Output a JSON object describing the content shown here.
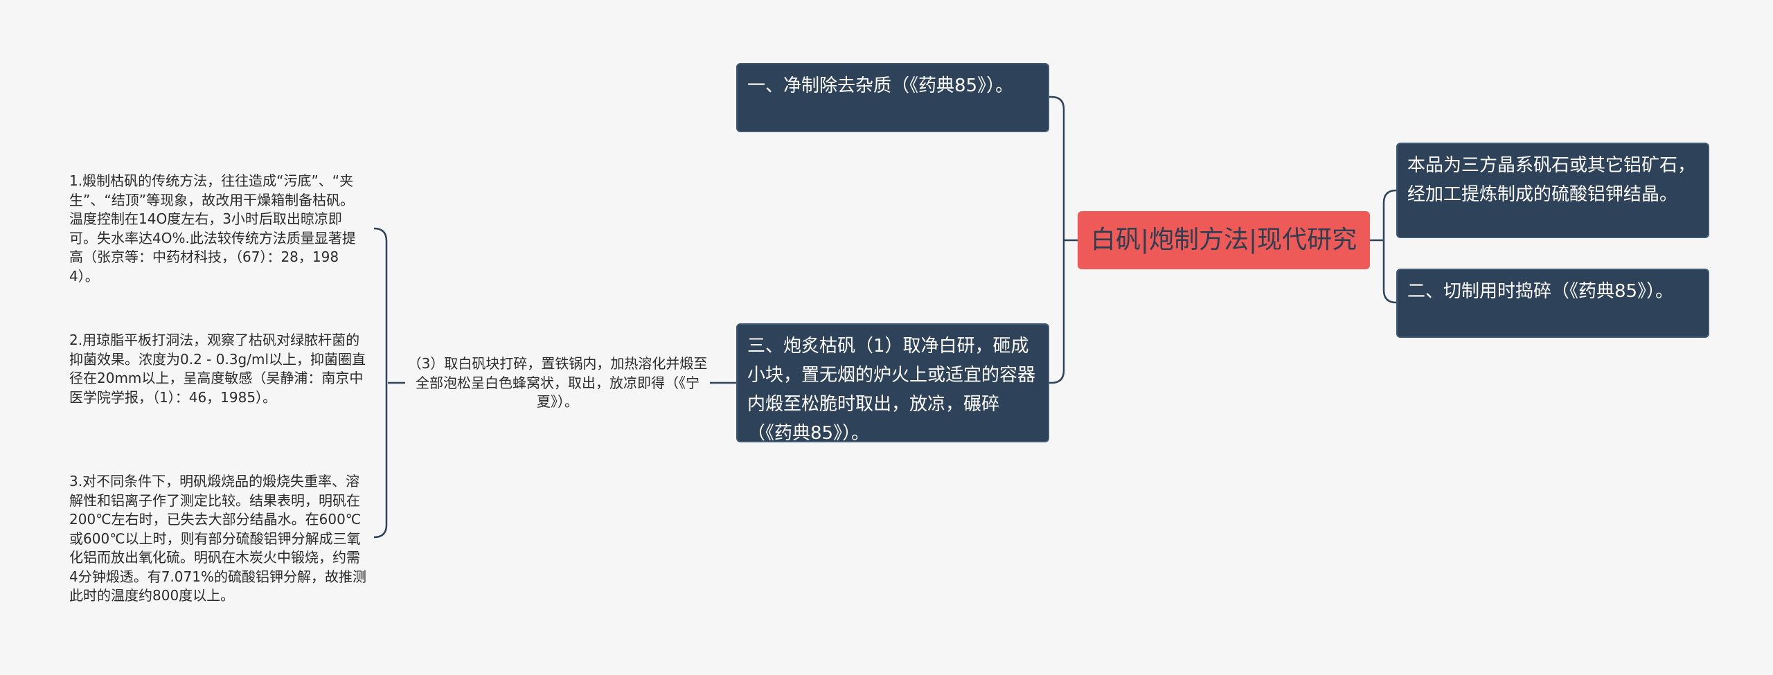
{
  "root": {
    "label": "白矾|炮制方法|现代研究"
  },
  "left_branches": [
    {
      "label": "一、净制除去杂质（《药典85》）。"
    },
    {
      "label": "三、炮炙枯矾（1）取净白研，砸成小块，置无烟的炉火上或适宜的容器内煅至松脆时取出，放凉，碾碎（《药典85》）。"
    }
  ],
  "right_branches": [
    {
      "label": "本品为三方晶系矾石或其它铝矿石，经加工提炼制成的硫酸铝钾结晶。"
    },
    {
      "label": "二、切制用时捣碎（《药典85》）。"
    }
  ],
  "sub_branch": {
    "label": "（3）取白矾块打碎，置铁锅内，加热溶化并煅至全部泡松呈白色蜂窝状，取出，放凉即得（《宁夏》）。"
  },
  "leaves": [
    {
      "label": "1.煅制枯矾的传统方法，往往造成“污底”、“夹生”、“结顶”等现象，故改用干燥箱制备枯矾。温度控制在14O度左右，3小时后取出晾凉即可。失水率达4O%.此法较传统方法质量显著提高（张京等：中药材科技，（67）：28，1984）。"
    },
    {
      "label": "2.用琼脂平板打洞法，观察了枯矾对绿脓杆菌的抑菌效果。浓度为0.2 - 0.3g/ml以上，抑菌圈直径在20mm以上，呈高度敏感（吴静浦：南京中医学院学报，（1）：46，1985）。"
    },
    {
      "label": "3.对不同条件下，明矾煅烧品的煅烧失重率、溶解性和铝离子作了测定比较。结果表明，明矾在200℃左右时，已失去大部分结晶水。在600℃或600℃以上时，则有部分硫酸铝钾分解成三氧化铝而放出氧化硫。明矾在木炭火中锻烧，约需4分钟煅透。有7.071%的硫酸铝钾分解，故推测此时的温度约800度以上。"
    }
  ],
  "colors": {
    "background": "#f6f6f6",
    "root_fill": "#ee5a58",
    "root_text": "#2d3e50",
    "node_fill": "#2e4259",
    "node_text": "#ffffff",
    "connector": "#2e4259",
    "plain_text": "#2b2b2b"
  }
}
